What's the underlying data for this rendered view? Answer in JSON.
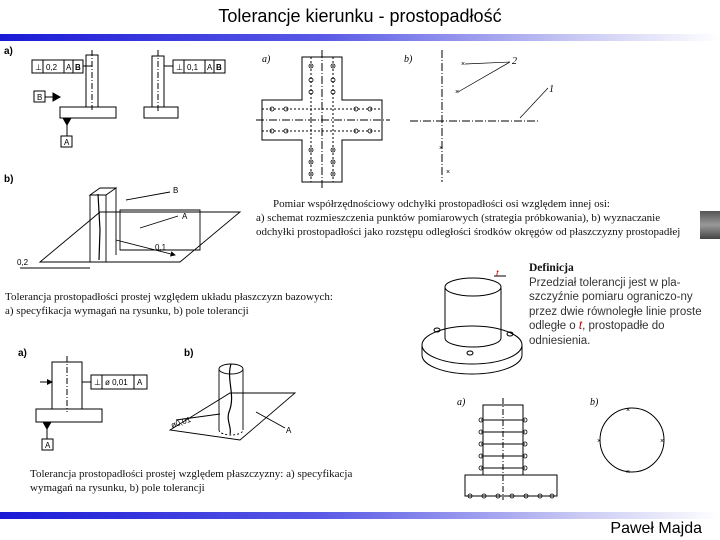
{
  "header": {
    "title": "Tolerancje kierunku - prostopadłość"
  },
  "footer": {
    "author": "Paweł Majda"
  },
  "panels": {
    "top_left": {
      "label_a": "a)",
      "frame_left": {
        "symbol": "⊥",
        "value": "0,2",
        "datum1": "A",
        "datum2": "B"
      },
      "frame_right": {
        "symbol": "⊥",
        "value": "0,1",
        "datum1": "A",
        "datum2": "B"
      },
      "datum_b": "B",
      "datum_a": "A",
      "label_b": "b)",
      "zone_labels": {
        "b": "B",
        "a": "A",
        "d1": "0,1",
        "d2": "0,2"
      },
      "caption_line1": "Tolerancja prostopadłości prostej względem układu płaszczyzn bazowych:",
      "caption_line2": "a) specyfikacja wymagań na rysunku, b) pole tolerancji"
    },
    "cmm": {
      "label_a": "a)",
      "label_b": "b)",
      "callout_2": "2",
      "callout_1": "1",
      "caption_line1": "Pomiar współrzędnościowy odchyłki prostopadłości osi względem innej osi:",
      "caption_line2": "a) schemat rozmieszczenia punktów pomiarowych (strategia próbkowania), b) wyznaczanie",
      "caption_line3": "odchyłki prostopadłości jako rozstępu odległości środków okręgów od płaszczyzny prostopadłej"
    },
    "definition": {
      "heading": "Definicja",
      "t_label": "t",
      "text_before": "Przedział tolerancji jest w pla-szczyźnie pomiaru ograniczo-ny przez dwie równoległe linie proste odległe o ",
      "text_t": "t",
      "text_after": ", prostopadłe do odniesienia."
    },
    "bottom_left": {
      "label_a": "a)",
      "label_b": "b)",
      "frame": {
        "symbol": "⊥",
        "value": "ø 0,01",
        "datum": "A"
      },
      "datum_a": "A",
      "zone_value": "ø0,01",
      "zone_datum": "A",
      "caption_line1": "Tolerancja prostopadłości prostej względem płaszczyzny: a) specyfikacja",
      "caption_line2": "wymagań na rysunku, b) pole tolerancji"
    },
    "bottom_right": {
      "label_a": "a)",
      "label_b": "b)"
    }
  }
}
